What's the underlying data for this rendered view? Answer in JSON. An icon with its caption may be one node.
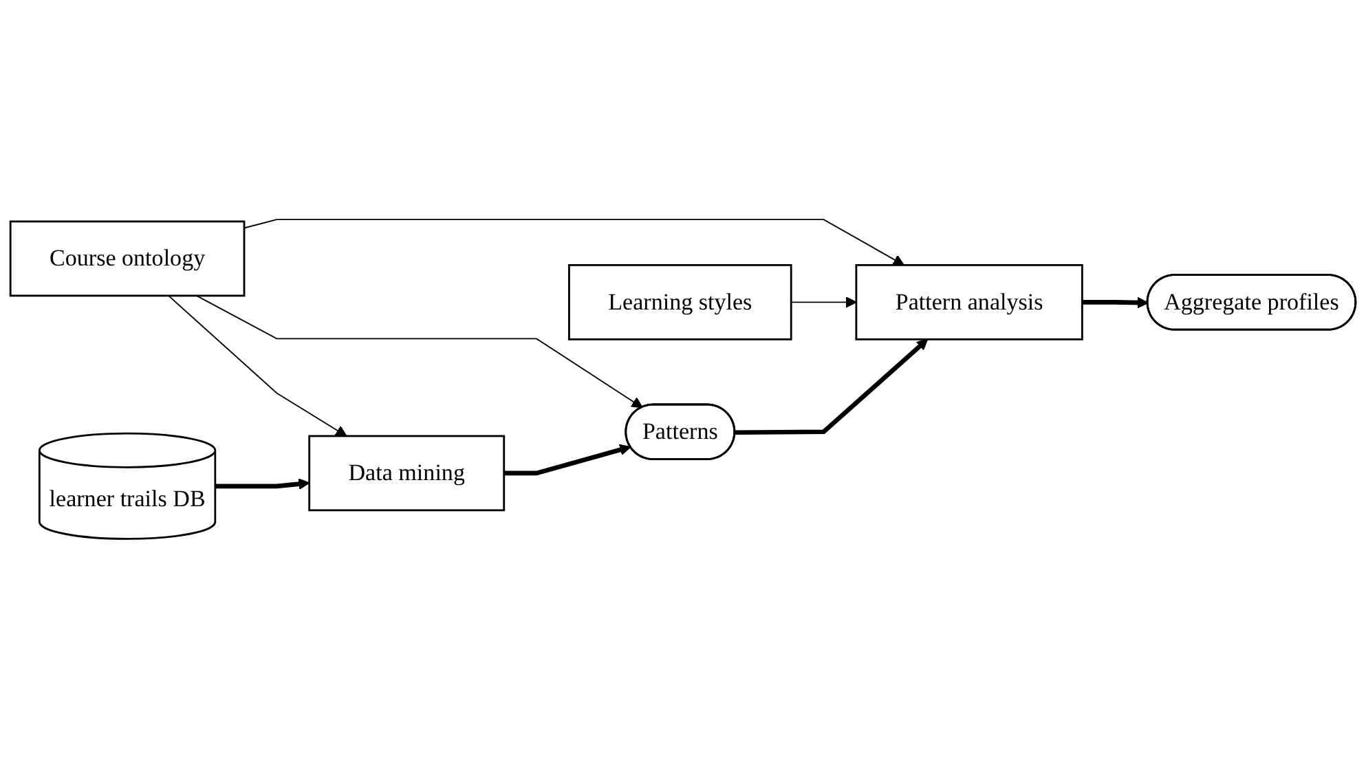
{
  "diagram": {
    "nodes": [
      {
        "text": [
          "Course ontology"
        ]
      },
      {
        "text": [
          "Pattern analysis"
        ]
      },
      {
        "text": [
          "Aggregate profiles"
        ]
      },
      {
        "text": [
          "Patterns"
        ]
      },
      {
        "text": [
          "Data mining"
        ]
      },
      {
        "text": [
          "Learning styles"
        ]
      },
      {
        "text": [
          "learner trails DB"
        ]
      }
    ],
    "edges": [
      {
        "from": 0,
        "to": 1,
        "arrow": "to"
      },
      {
        "from": 0,
        "to": 3,
        "arrow": "to"
      },
      {
        "from": 0,
        "to": 4,
        "arrow": "to"
      },
      {
        "from": 5,
        "to": 1,
        "arrow": "to"
      },
      {
        "from": 1,
        "to": 2,
        "arrow": "to",
        "style": "thick"
      },
      {
        "from": 3,
        "to": 1,
        "arrow": "to",
        "style": "thick"
      },
      {
        "from": 4,
        "to": 3,
        "arrow": "to",
        "style": "thick"
      },
      {
        "from": 6,
        "to": 4,
        "arrow": "to",
        "style": "thick"
      }
    ]
  }
}
